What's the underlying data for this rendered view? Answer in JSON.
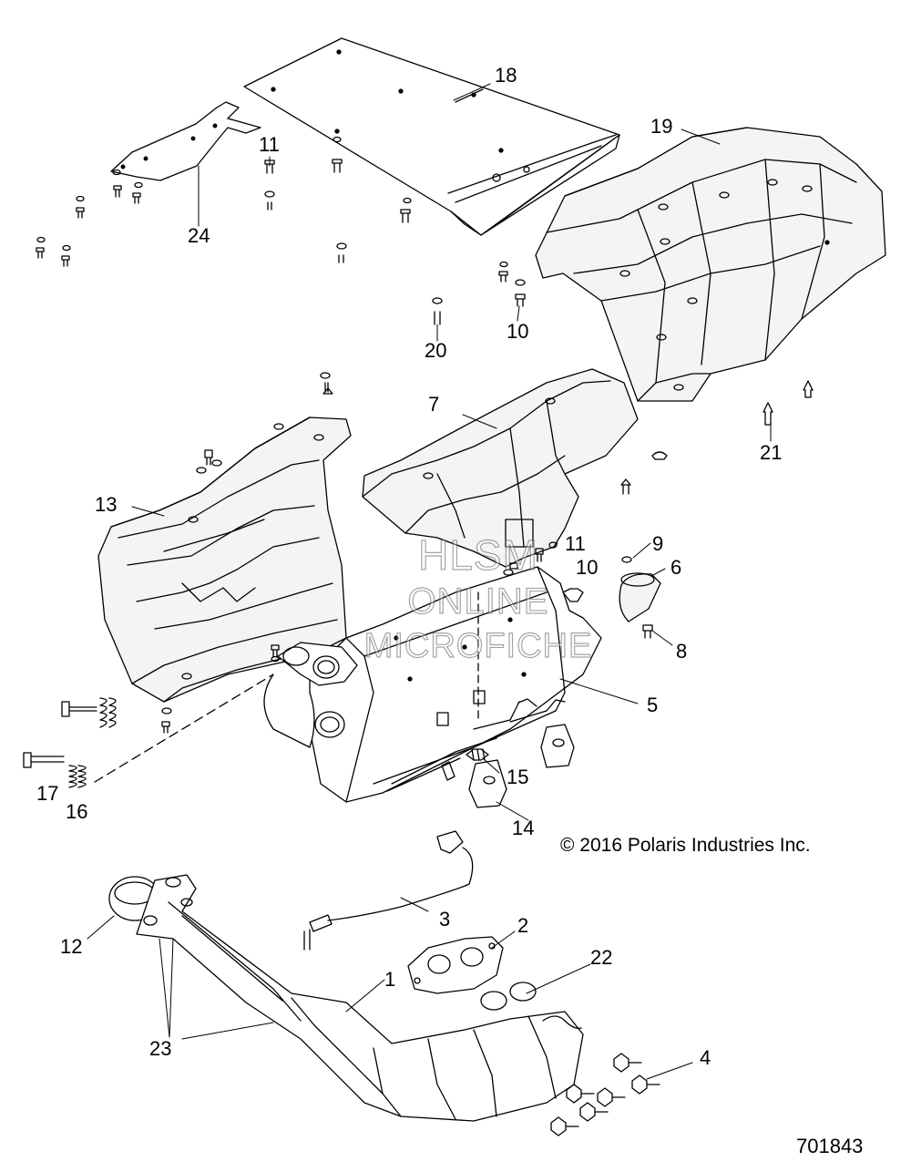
{
  "callouts": {
    "c1": "1",
    "c2": "2",
    "c3": "3",
    "c4": "4",
    "c5": "5",
    "c6": "6",
    "c7": "7",
    "c8": "8",
    "c9": "9",
    "c10a": "10",
    "c10b": "10",
    "c11a": "11",
    "c11b": "11",
    "c12": "12",
    "c13": "13",
    "c14": "14",
    "c15": "15",
    "c16": "16",
    "c17": "17",
    "c18": "18",
    "c19": "19",
    "c20": "20",
    "c21": "21",
    "c22": "22",
    "c23": "23",
    "c24": "24"
  },
  "watermark": {
    "line1": "HLSM",
    "line2": "ONLINE",
    "line3": "MICROFICHE"
  },
  "copyright": "© 2016 Polaris Industries Inc.",
  "figure_id": "701843",
  "colors": {
    "ink": "#000000",
    "shield_fill": "#f4f4f4",
    "background": "#ffffff",
    "watermark_stroke": "#5a5a5a"
  }
}
